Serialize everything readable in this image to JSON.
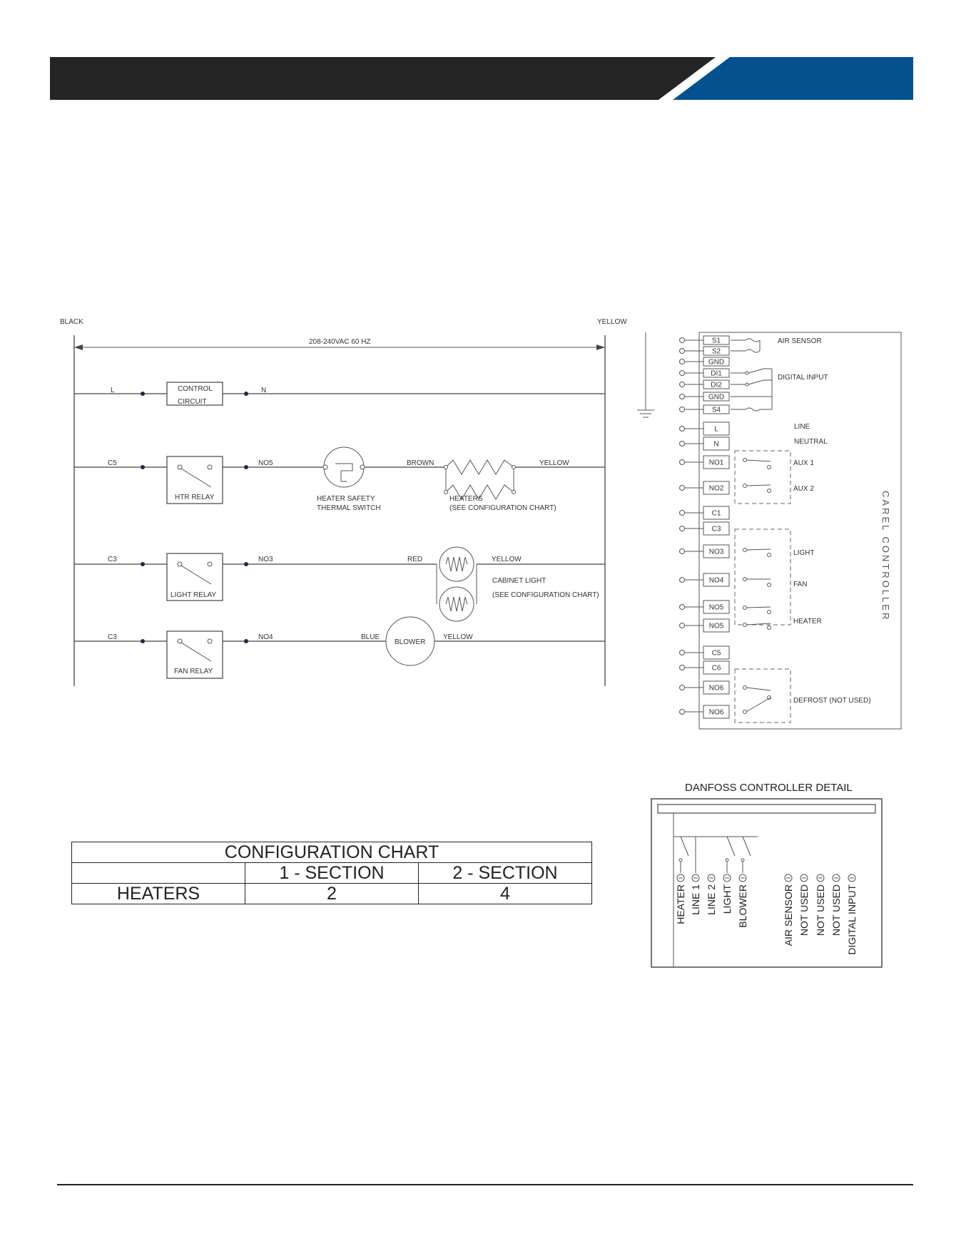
{
  "header": {
    "accent_color": "#05518f",
    "bar_color": "#252525"
  },
  "ladder": {
    "left_label": "BLACK",
    "right_label": "YELLOW",
    "voltage": "208-240VAC 60 HZ",
    "rungs": [
      {
        "in": "L",
        "out": "N",
        "device": "CONTROL\nCIRCUIT"
      },
      {
        "in": "C5",
        "out": "NO5",
        "device": "HTR  RELAY"
      },
      {
        "in": "C3",
        "out": "NO3",
        "device": "LIGHT  RELAY"
      },
      {
        "in": "C3",
        "out": "NO4",
        "device": "FAN RELAY"
      }
    ],
    "control_circuit_line1": "CONTROL",
    "control_circuit_line2": "CIRCUIT",
    "heater_safety_line1": "HEATER SAFETY",
    "heater_safety_line2": "THERMAL SWITCH",
    "brown": "BROWN",
    "yellow_heater": "YELLOW",
    "heaters_line1": "HEATERS",
    "heaters_line2": "(SEE CONFIGURATION CHART)",
    "red": "RED",
    "yellow_light": "YELLOW",
    "cabinet_light_line1": "CABINET LIGHT",
    "cabinet_light_line2": "(SEE CONFIGURATION CHART)",
    "blue": "BLUE",
    "blower": "BLOWER",
    "yellow_blower": "YELLOW"
  },
  "carel": {
    "title": "CAREL  CONTROLLER",
    "terminals": [
      "S1",
      "S2",
      "GND",
      "DI1",
      "DI2",
      "GND",
      "S4",
      "L",
      "N",
      "NO1",
      "NO2",
      "C1",
      "C3",
      "NO3",
      "NO4",
      "NO5",
      "NO5",
      "C5",
      "C6",
      "NO6",
      "NO6"
    ],
    "labels": {
      "air_sensor": "AIR SENSOR",
      "digital_input": "DIGITAL INPUT",
      "line": "LINE",
      "neutral": "NEUTRAL",
      "aux1": "AUX 1",
      "aux2": "AUX 2",
      "light": "LIGHT",
      "fan": "FAN",
      "heater": "HEATER",
      "defrost": "DEFROST (NOT USED)"
    }
  },
  "danfoss": {
    "title": "DANFOSS CONTROLLER DETAIL",
    "terminals": [
      "HEATER",
      "LINE 1",
      "LINE 2",
      "LIGHT",
      "BLOWER",
      "AIR SENSOR",
      "NOT USED",
      "NOT USED",
      "NOT USED",
      "DIGITAL INPUT"
    ]
  },
  "config_chart": {
    "title": "CONFIGURATION CHART",
    "columns": [
      "",
      "1 - SECTION",
      "2 - SECTION"
    ],
    "rows": [
      [
        "HEATERS",
        "2",
        "4"
      ]
    ]
  }
}
